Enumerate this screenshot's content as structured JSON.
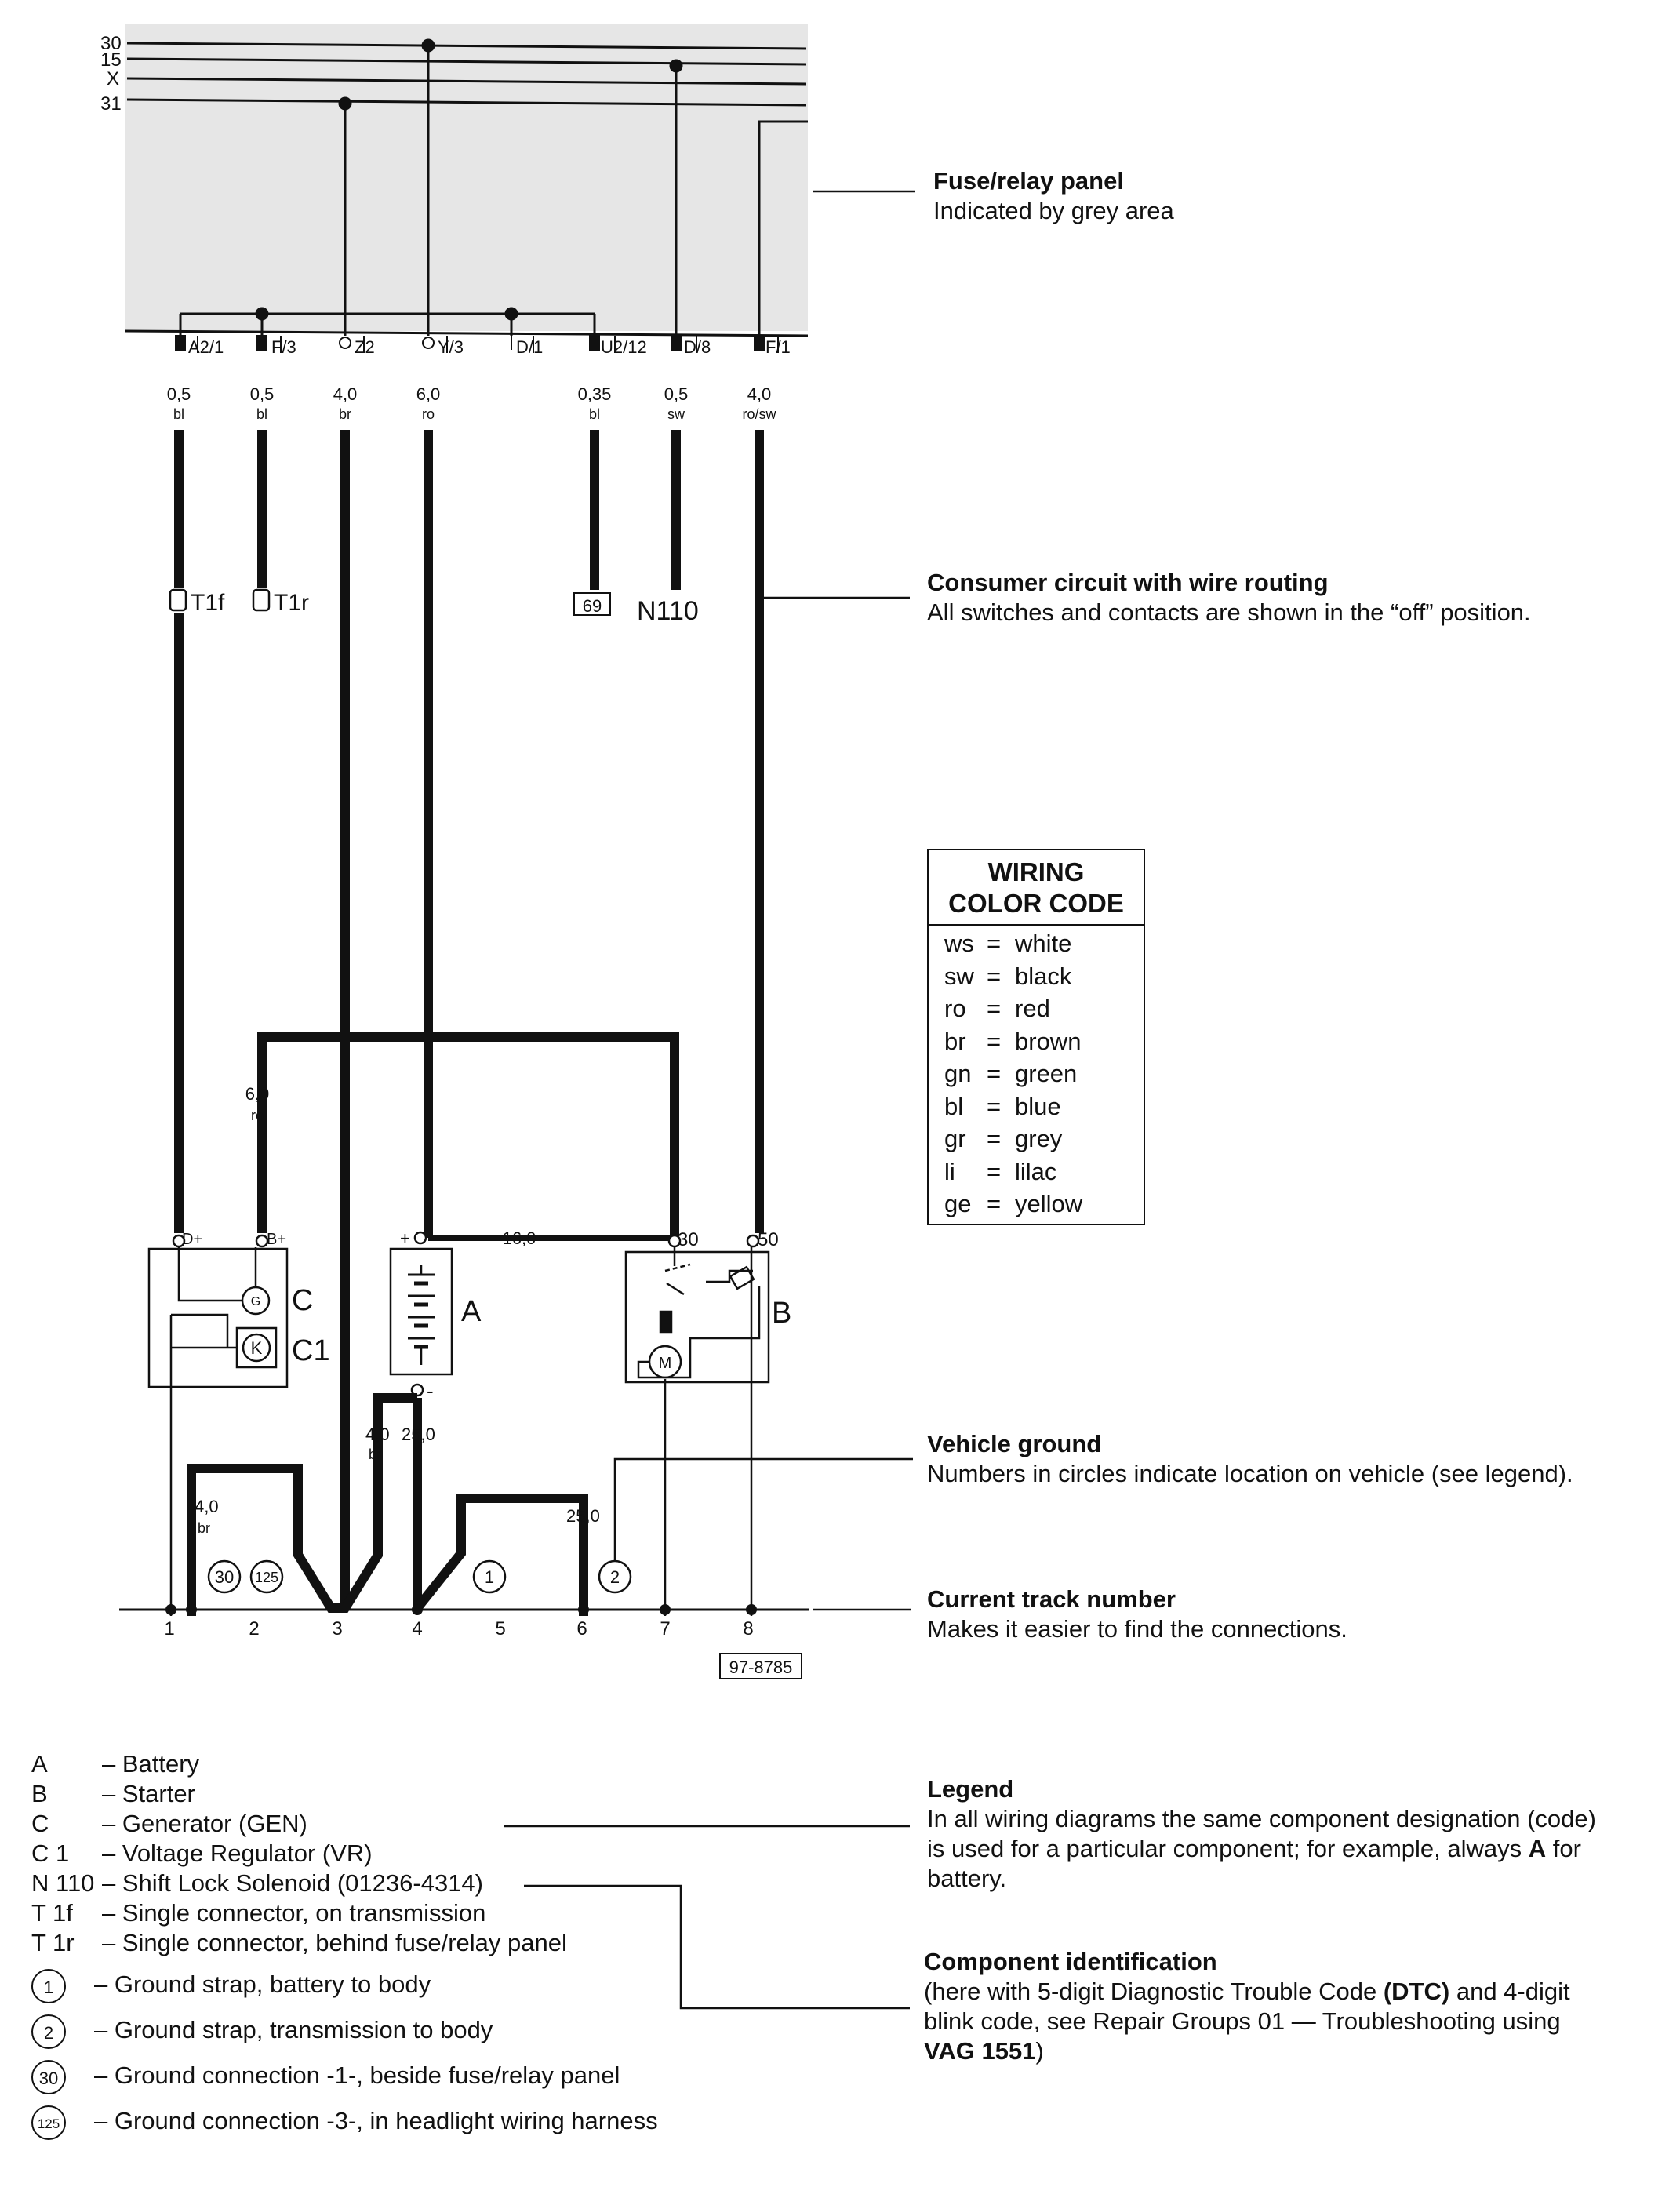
{
  "busbars": [
    "30",
    "15",
    "X",
    "31"
  ],
  "terminals": [
    "A2/1",
    "F/3",
    "Z2",
    "Y/3",
    "D/1",
    "U2/12",
    "D/8",
    "F/1"
  ],
  "wires_top": [
    {
      "size": "0,5",
      "color": "bl"
    },
    {
      "size": "0,5",
      "color": "bl"
    },
    {
      "size": "4,0",
      "color": "br"
    },
    {
      "size": "6,0",
      "color": "ro"
    },
    {
      "size": "0,35",
      "color": "bl"
    },
    {
      "size": "0,5",
      "color": "sw"
    },
    {
      "size": "4,0",
      "color": "ro/sw"
    }
  ],
  "connectors": {
    "t1f": "T1f",
    "t1r": "T1r",
    "box69": "69",
    "n110": "N110"
  },
  "generator": {
    "d_plus": "D+",
    "b_plus": "B+",
    "c": "C",
    "c1": "C1",
    "wire_size": "6,0",
    "wire_color": "ro",
    "g_symbol": "G",
    "k_symbol": "K"
  },
  "battery": {
    "label": "A",
    "plus": "+",
    "minus": "-",
    "link_size": "16,0"
  },
  "starter": {
    "label": "B",
    "t30": "30",
    "t50": "50",
    "m_symbol": "M"
  },
  "ground_wires": {
    "w1": {
      "size": "4,0",
      "color": "br"
    },
    "w2": {
      "size": "4,0",
      "color": "br"
    },
    "w3": {
      "size": "25,0"
    },
    "w4": {
      "size": "25,0"
    }
  },
  "ground_circles": [
    "30",
    "125",
    "1",
    "2"
  ],
  "track_numbers": [
    "1",
    "2",
    "3",
    "4",
    "5",
    "6",
    "7",
    "8"
  ],
  "diagram_id": "97-8785",
  "annotations": {
    "fuse_title": "Fuse/relay panel",
    "fuse_text": "Indicated by grey area",
    "consumer_title": "Consumer circuit with wire routing",
    "consumer_text": "All switches and contacts are shown in the “off” position.",
    "ground_title": "Vehicle ground",
    "ground_text": "Numbers in circles indicate location on vehicle (see legend).",
    "track_title": "Current track number",
    "track_text": "Makes it easier to find the connections.",
    "legend_title": "Legend",
    "legend_text_1": "In all wiring diagrams the same component designation (code)",
    "legend_text_2a": "is used for a particular component; for example, always ",
    "legend_text_2b": "A",
    "legend_text_2c": " for",
    "legend_text_3": "battery.",
    "comp_title": "Component identification",
    "comp_text_1a": "(here with 5-digit Diagnostic Trouble Code ",
    "comp_text_1b": "(DTC)",
    "comp_text_1c": " and 4-digit",
    "comp_text_2": "blink code, see Repair Groups 01 — Troubleshooting using",
    "comp_text_3a": "VAG 1551",
    "comp_text_3b": ")"
  },
  "color_code": {
    "title_1": "WIRING",
    "title_2": "COLOR CODE",
    "rows": [
      {
        "abbr": "ws",
        "eq": "=",
        "name": "white"
      },
      {
        "abbr": "sw",
        "eq": "=",
        "name": "black"
      },
      {
        "abbr": "ro",
        "eq": "=",
        "name": "red"
      },
      {
        "abbr": "br",
        "eq": "=",
        "name": "brown"
      },
      {
        "abbr": "gn",
        "eq": "=",
        "name": "green"
      },
      {
        "abbr": "bl",
        "eq": "=",
        "name": "blue"
      },
      {
        "abbr": "gr",
        "eq": "=",
        "name": "grey"
      },
      {
        "abbr": "li",
        "eq": "=",
        "name": "lilac"
      },
      {
        "abbr": "ge",
        "eq": "=",
        "name": "yellow"
      }
    ]
  },
  "legend": [
    {
      "code": "A",
      "desc": "– Battery"
    },
    {
      "code": "B",
      "desc": "– Starter"
    },
    {
      "code": "C",
      "desc": "– Generator (GEN)"
    },
    {
      "code": "C 1",
      "desc": "– Voltage Regulator (VR)"
    },
    {
      "code": "N 110",
      "desc": "– Shift Lock Solenoid (01236-4314)"
    },
    {
      "code": "T 1f",
      "desc": "– Single connector, on transmission"
    },
    {
      "code": "T 1r",
      "desc": "– Single connector, behind fuse/relay panel"
    }
  ],
  "ground_legend": [
    {
      "num": "1",
      "desc": "–  Ground strap, battery to body"
    },
    {
      "num": "2",
      "desc": "–  Ground strap, transmission to body"
    },
    {
      "num": "30",
      "desc": "–  Ground connection -1-, beside fuse/relay panel"
    },
    {
      "num": "125",
      "desc": "–  Ground connection -3-, in headlight wiring harness"
    }
  ],
  "colors": {
    "panel_grey": "#e6e6e6",
    "ink": "#111111"
  }
}
